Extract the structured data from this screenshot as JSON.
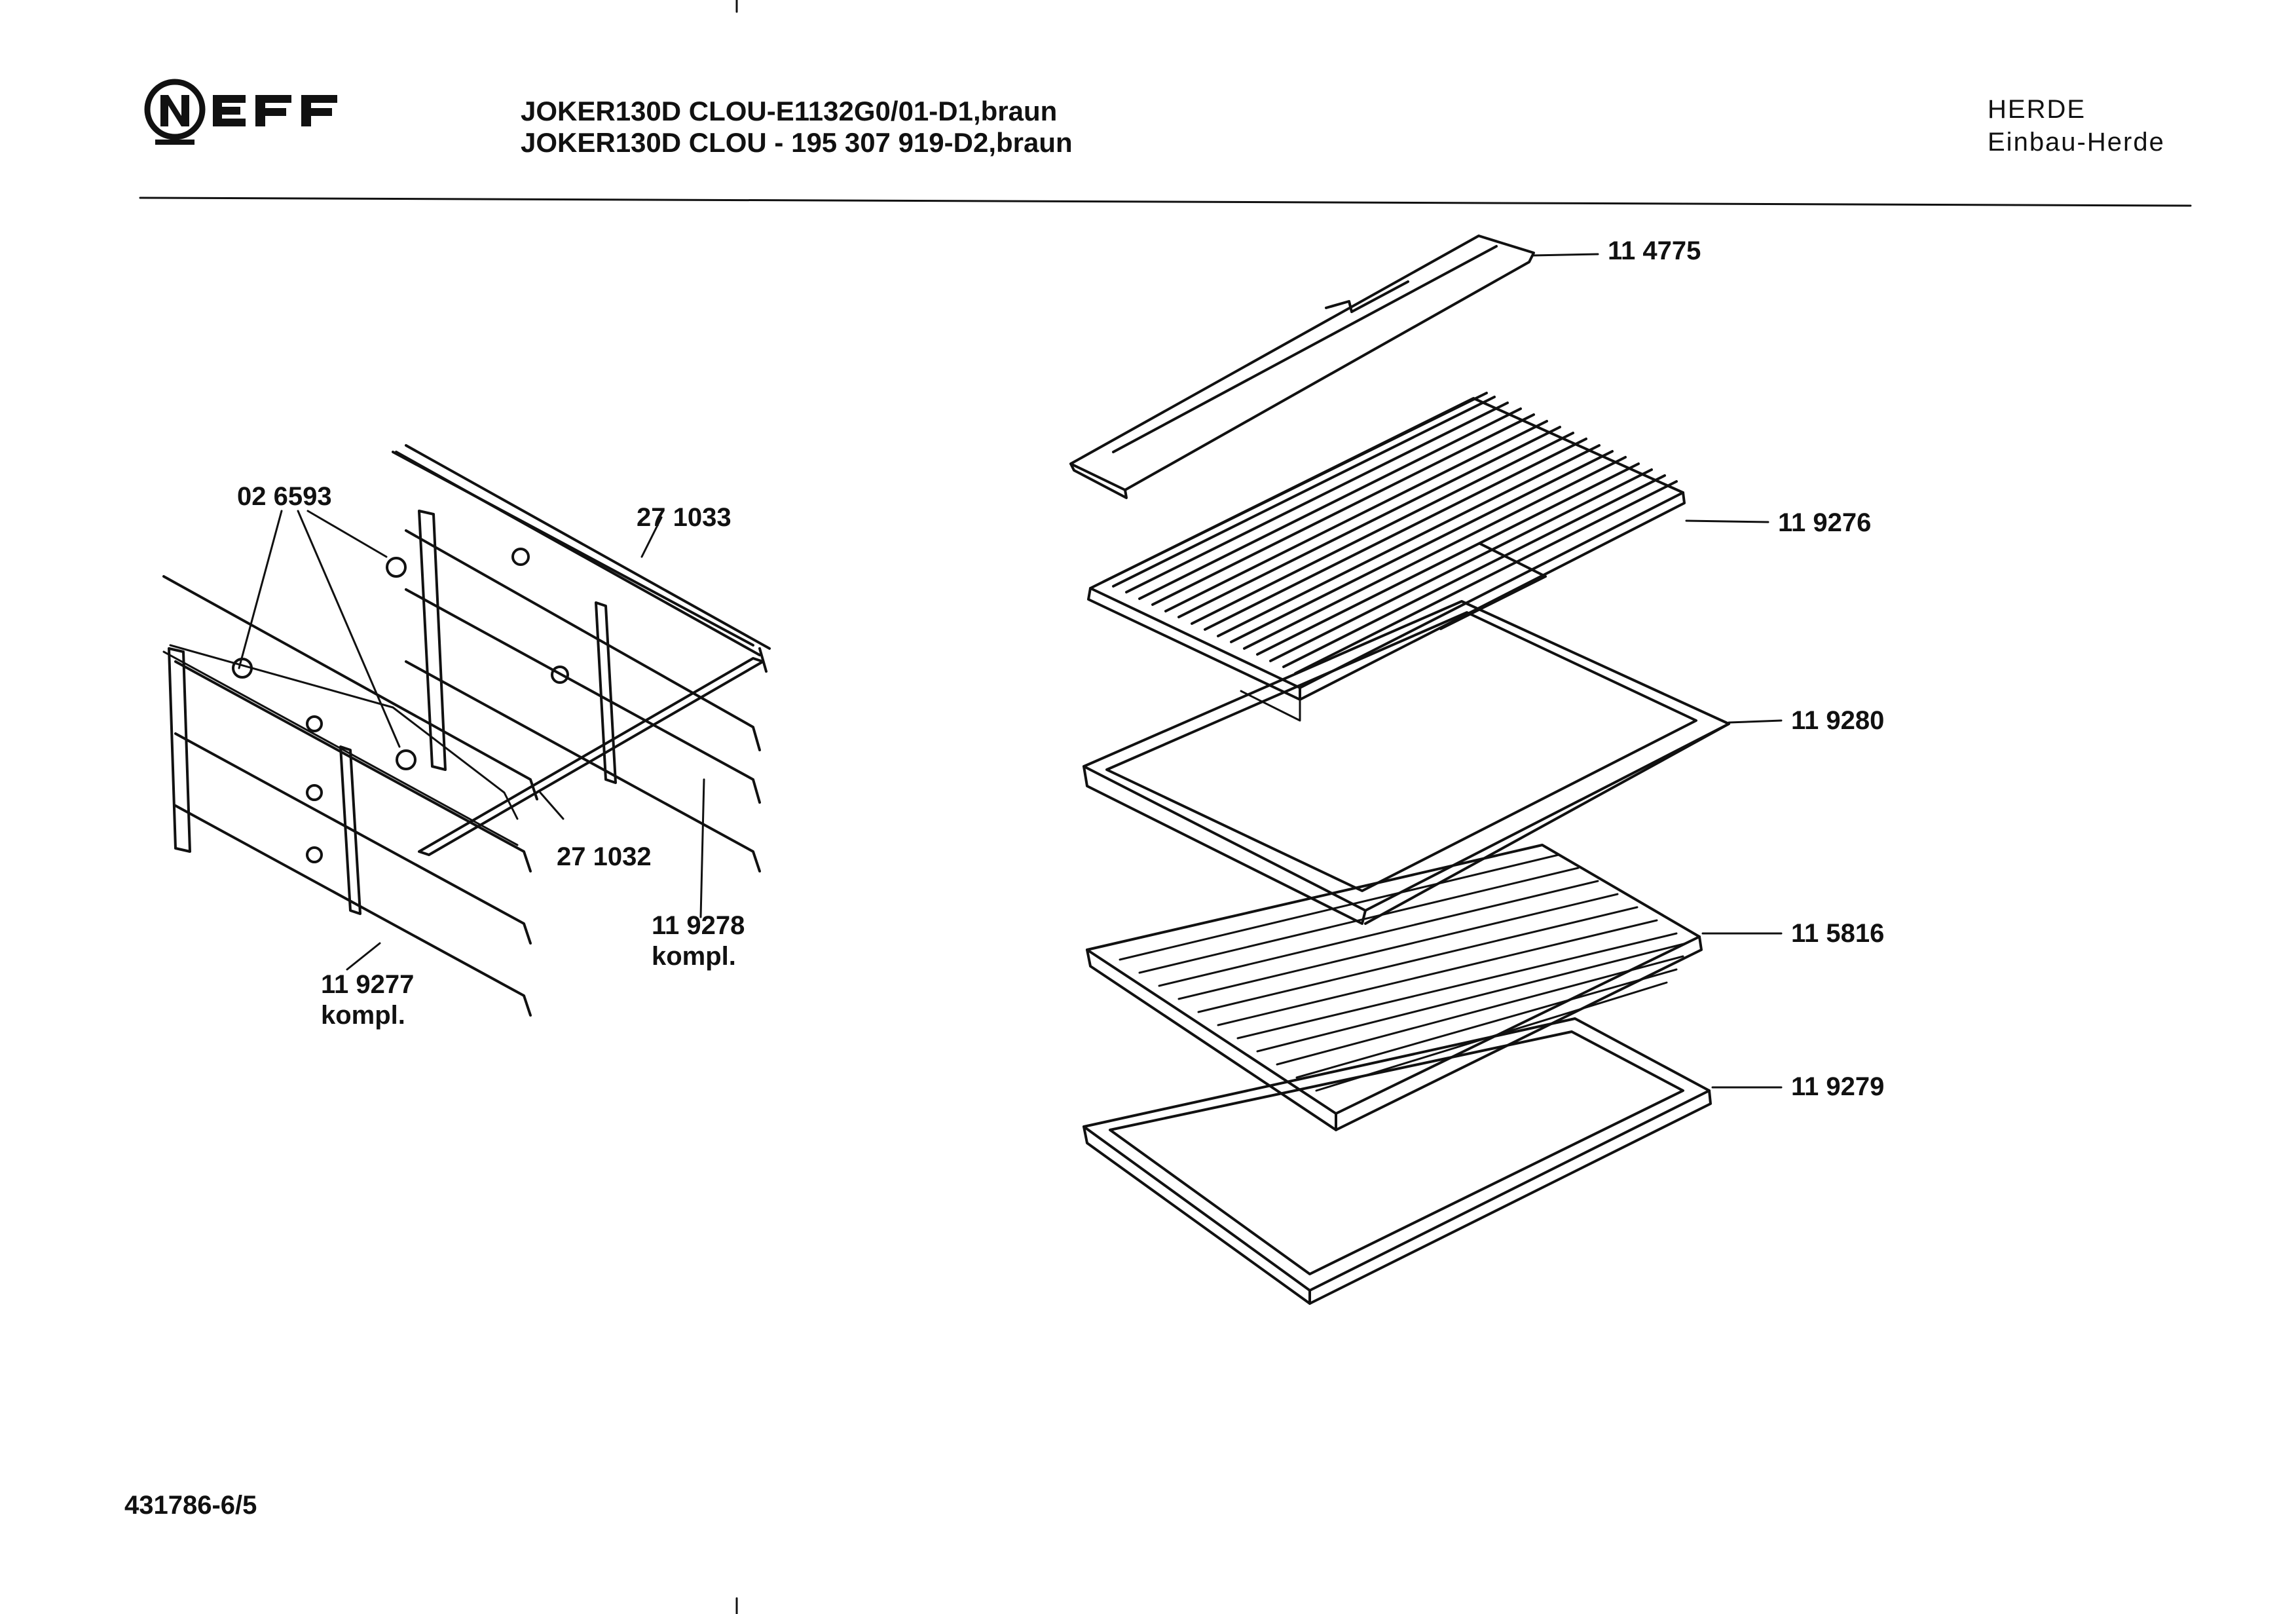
{
  "header": {
    "brand": "NEFF",
    "model_line_1": "JOKER130D CLOU-E1132G0/01-D1,braun",
    "model_line_2": "JOKER130D CLOU - 195 307 919-D2,braun",
    "category": "HERDE",
    "subcategory": "Einbau-Herde"
  },
  "part_labels": {
    "p114775": "11 4775",
    "p119276": "11 9276",
    "p119280": "11 9280",
    "p115816": "11 5816",
    "p119279": "11 9279",
    "p026593": "02 6593",
    "p271033": "27 1033",
    "p271032": "27 1032",
    "p119278": "11 9278",
    "p119278_note": "kompl.",
    "p119277": "11 9277",
    "p119277_note": "kompl."
  },
  "footer": {
    "doc_number": "431786-6/5"
  },
  "colors": {
    "ink": "#111111",
    "paper": "#ffffff"
  }
}
